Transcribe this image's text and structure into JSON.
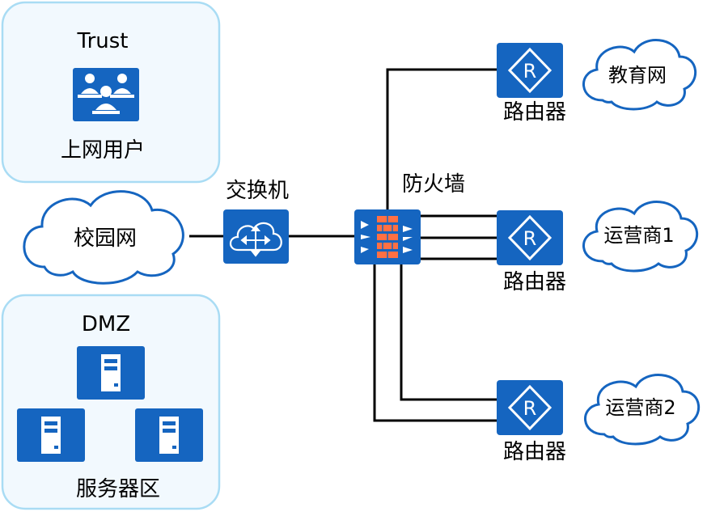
{
  "zones": {
    "trust": {
      "title": "Trust",
      "user_label": "上网用户"
    },
    "dmz": {
      "title": "DMZ",
      "servers_label": "服务器区"
    }
  },
  "nodes": {
    "campus": "校园网",
    "switch": "交换机",
    "firewall": "防火墙",
    "router_edu": "路由器",
    "router_isp1": "路由器",
    "router_isp2": "路由器"
  },
  "clouds": {
    "edu": "教育网",
    "isp1": "运营商1",
    "isp2": "运营商2"
  },
  "colors": {
    "device_blue": "#1565c0",
    "zone_border": "#a9dcf4",
    "zone_fill": "#f2f9fe",
    "firewall_brick": "#ff7043",
    "line": "#000000"
  }
}
